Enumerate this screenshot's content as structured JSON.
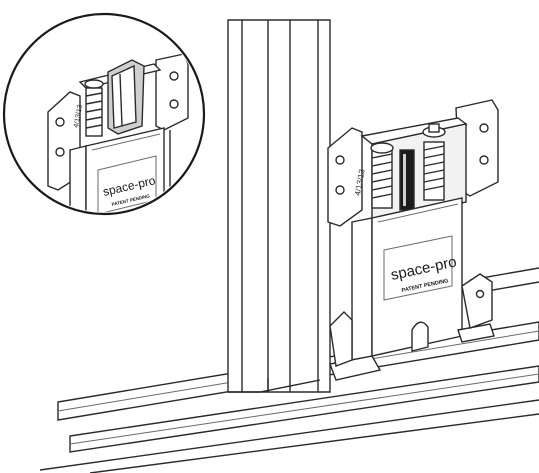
{
  "brand": {
    "name": "space-pro",
    "tagline": "PATENT PENDING"
  },
  "mechanism": {
    "side_marking": "4/13/13"
  },
  "colors": {
    "line": "#2b2b2b",
    "light_line": "#6a6a6a",
    "fill": "#ffffff",
    "shade": "#cfcfcf",
    "dark": "#1a1a1a"
  }
}
